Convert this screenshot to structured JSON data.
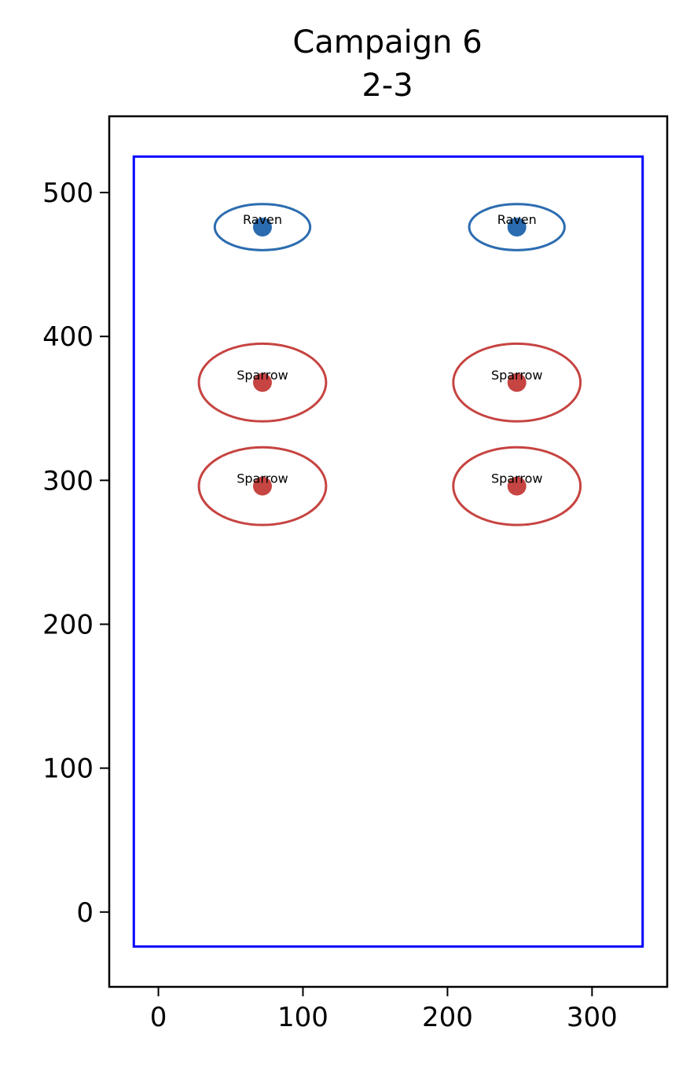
{
  "chart_data": {
    "type": "scatter",
    "title": "Campaign 6",
    "subtitle": "2-3",
    "xlabel": "",
    "ylabel": "",
    "xlim": [
      -34,
      352
    ],
    "ylim": [
      -52,
      553
    ],
    "x_ticks": [
      0,
      100,
      200,
      300
    ],
    "y_ticks": [
      0,
      100,
      200,
      300,
      400,
      500
    ],
    "grid": false,
    "boundary": {
      "x0": -17,
      "y0": -24,
      "x1": 335,
      "y1": 525,
      "color": "#0000ff"
    },
    "units": [
      {
        "label": "Raven",
        "x": 72,
        "y": 476,
        "rx": 33,
        "ry": 16,
        "color": "#2b6cb0"
      },
      {
        "label": "Raven",
        "x": 248,
        "y": 476,
        "rx": 33,
        "ry": 16,
        "color": "#2b6cb0"
      },
      {
        "label": "Sparrow",
        "x": 72,
        "y": 368,
        "rx": 44,
        "ry": 27,
        "color": "#c64441"
      },
      {
        "label": "Sparrow",
        "x": 248,
        "y": 368,
        "rx": 44,
        "ry": 27,
        "color": "#c64441"
      },
      {
        "label": "Sparrow",
        "x": 72,
        "y": 296,
        "rx": 44,
        "ry": 27,
        "color": "#c64441"
      },
      {
        "label": "Sparrow",
        "x": 248,
        "y": 296,
        "rx": 44,
        "ry": 27,
        "color": "#c64441"
      }
    ]
  }
}
